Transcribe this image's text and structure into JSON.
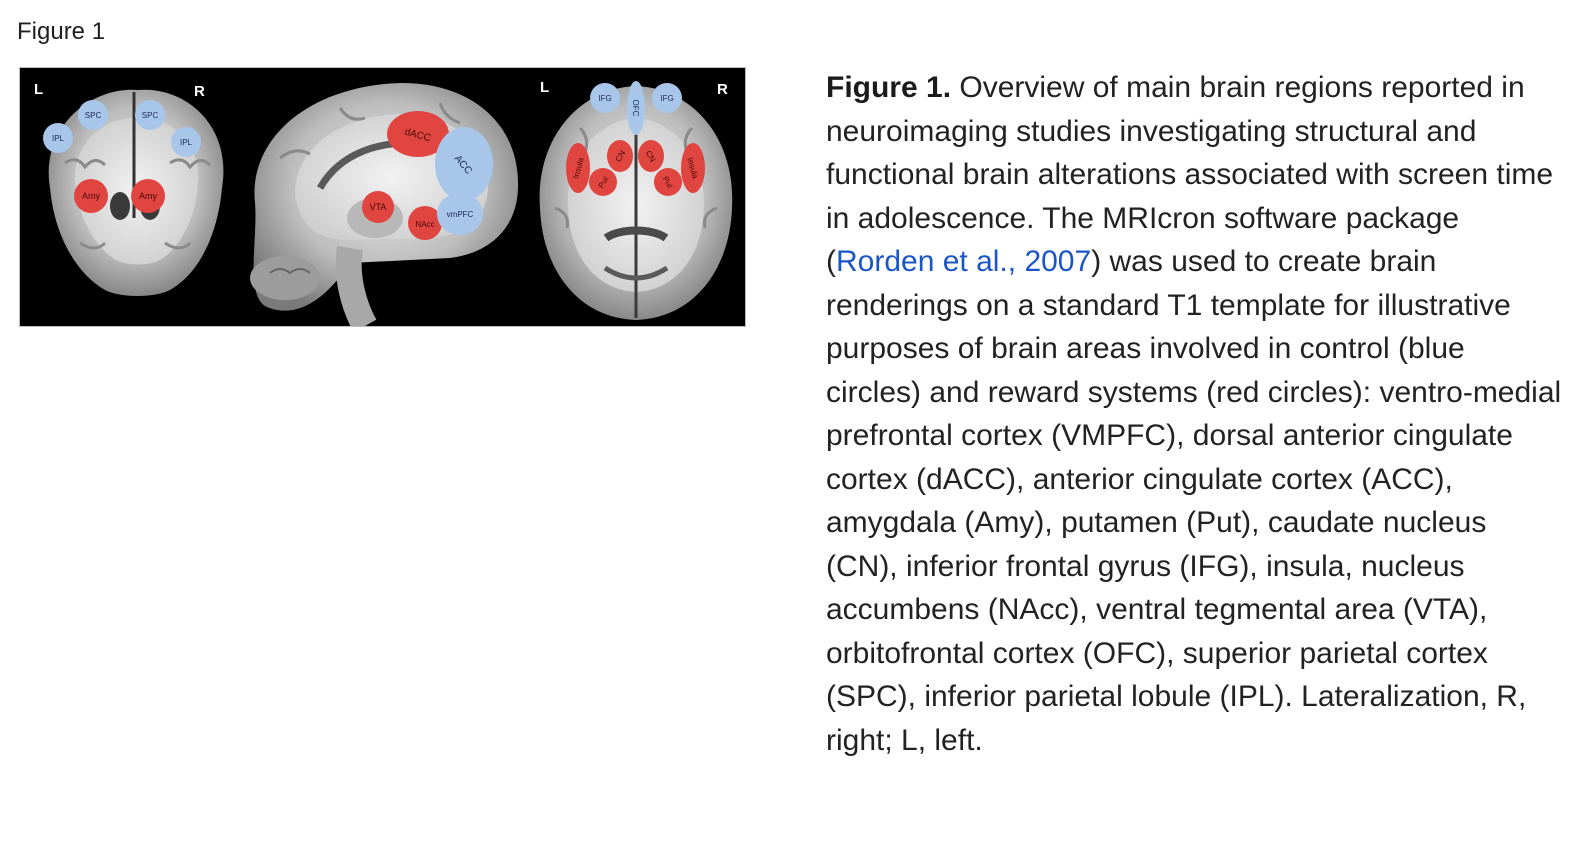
{
  "figure_heading": "Figure 1",
  "image": {
    "coronal": {
      "side_left": "L",
      "side_right": "R",
      "regions": {
        "spc_left": "SPC",
        "spc_right": "SPC",
        "ipl_left": "IPL",
        "ipl_right": "IPL",
        "amy_left": "Amy",
        "amy_right": "Amy"
      }
    },
    "sagittal": {
      "regions": {
        "dacc": "dACC",
        "acc": "ACC",
        "vta": "VTA",
        "nacc": "NAcc",
        "vmpfc": "vmPFC"
      }
    },
    "axial": {
      "side_left": "L",
      "side_right": "R",
      "regions": {
        "ifg_left": "IFG",
        "ifg_right": "IFG",
        "ofc": "OFC",
        "insula_left": "Insula",
        "insula_right": "Insula",
        "put_left": "Put",
        "put_right": "Put",
        "cn_left": "CN",
        "cn_right": "CN"
      }
    },
    "colors": {
      "control": "#a8c6ea",
      "reward": "#e0453f",
      "background": "#000000"
    }
  },
  "caption": {
    "label": "Figure 1.",
    "text_before_link": " Overview of main brain regions reported in neuroimaging studies investigating structural and functional brain alterations associated with screen time in adolescence. The MRIcron software package (",
    "link_text": "Rorden et al., 2007",
    "text_after_link": ") was used to create brain renderings on a standard T1 template for illustrative purposes of brain areas involved in control (blue circles) and reward systems (red circles): ventro-medial prefrontal cortex (VMPFC), dorsal anterior cingulate cortex (dACC), anterior cingulate cortex (ACC), amygdala (Amy), putamen (Put), caudate nucleus (CN), inferior frontal gyrus (IFG), insula, nucleus accumbens (NAcc), ventral tegmental area (VTA), orbitofrontal cortex (OFC), superior parietal cortex (SPC), inferior parietal lobule (IPL). Lateralization, R, right; L, left."
  }
}
